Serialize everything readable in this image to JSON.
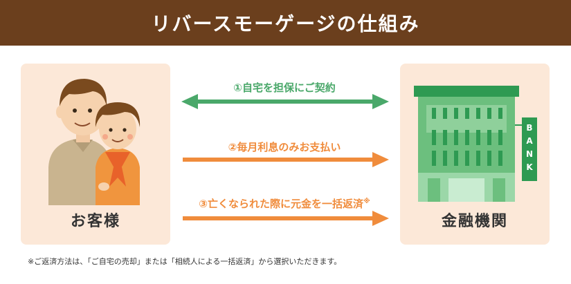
{
  "title": "リバースモーゲージの仕組み",
  "customer": {
    "label": "お客様"
  },
  "bank": {
    "label": "金融機関",
    "sign": [
      "B",
      "A",
      "N",
      "K"
    ]
  },
  "flows": [
    {
      "label": "①自宅を担保にご契約",
      "direction": "both",
      "color": "#4aa86a"
    },
    {
      "label": "②毎月利息のみお支払い",
      "direction": "right",
      "color": "#f08c3c"
    },
    {
      "label": "③亡くなられた際に元金を一括返済",
      "mark": "※",
      "direction": "right",
      "color": "#f08c3c"
    }
  ],
  "note": "※ご返済方法は、「ご自宅の売却」または「相続人による一括返済」から選択いただきます。",
  "colors": {
    "header": "#6b3f1d",
    "panel": "#fce8d8",
    "green": "#4aa86a",
    "orange": "#f08c3c"
  }
}
